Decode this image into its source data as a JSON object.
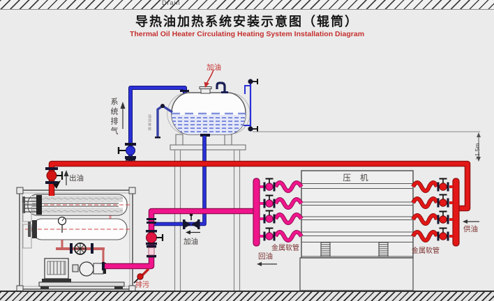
{
  "header": {
    "title_zh": "导热油加热系统安装示意图（辊筒）",
    "title_en": "Thermal Oil Heater Circulating Heating System Installation Diagram",
    "watermark": "Drain"
  },
  "labels": {
    "system_vent": "系统排气",
    "oil_out": "出油",
    "fill_oil_tank": "加油",
    "fill_oil_line": "加油",
    "blowdown": "排污",
    "press_machine": "压 机",
    "metal_hose_left": "金属软管",
    "metal_hose_right": "金属软管",
    "oil_return": "回油",
    "oil_supply": "供油",
    "min_height": "≥1.5m",
    "overflow_pipe": "溢流排放"
  },
  "colors": {
    "background": "#ebebeb",
    "supply_pipe_red": "#e21717",
    "return_pipe_magenta": "#f0158c",
    "vent_pipe_blue": "#2b31d6",
    "valve_dark": "#15152e",
    "label_red": "#c5302f",
    "label_maroon": "#7a2f2f",
    "label_dark": "#3f3b38",
    "title_color": "#161616",
    "oil_blue": "#5b6ad2"
  }
}
